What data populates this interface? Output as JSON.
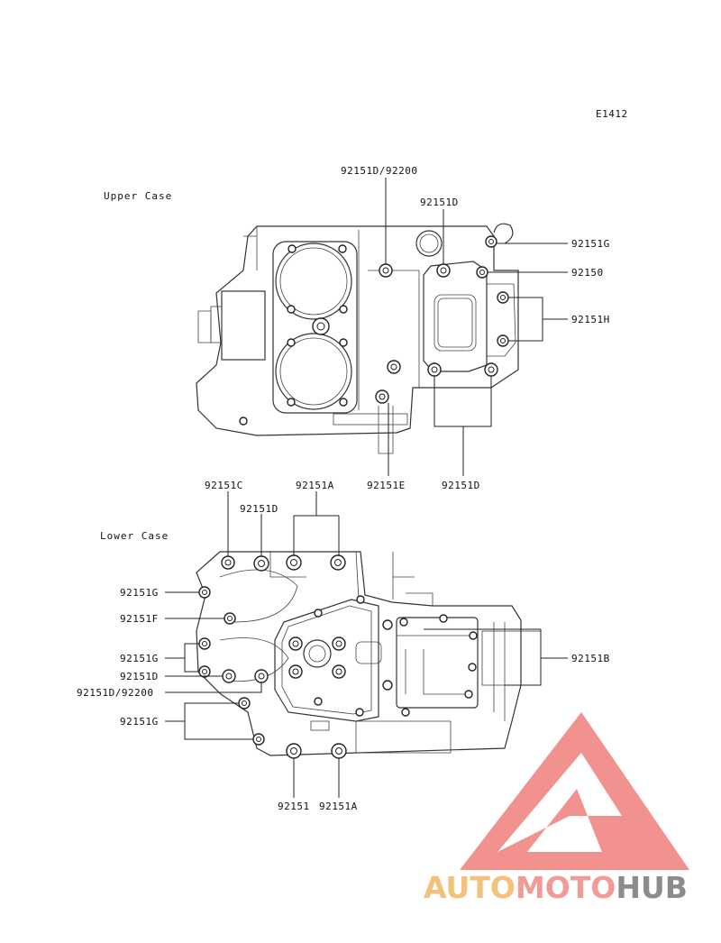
{
  "figure_code": "E1412",
  "sections": {
    "upper": "Upper Case",
    "lower": "Lower Case"
  },
  "upper_labels": {
    "l1": "92151D/92200",
    "l2": "92151D",
    "l3": "92151G",
    "l4": "92150",
    "l5": "92151H",
    "l6": "92151E",
    "l7": "92151D"
  },
  "lower_labels": {
    "l1": "92151C",
    "l2": "92151A",
    "l3": "92151D",
    "l4": "92151G",
    "l5": "92151F",
    "l6": "92151G",
    "l7": "92151D",
    "l8": "92151D/92200",
    "l9": "92151G",
    "l10": "92151B",
    "l11": "92151",
    "l12": "92151A"
  },
  "watermark": {
    "part1": "AUTO",
    "part2": "MOTO",
    "part3": "HUB",
    "color1": "#f5c07a",
    "color2": "#f29a96",
    "color3": "#8c8c8c",
    "triangle_color": "#ef7f7a"
  }
}
